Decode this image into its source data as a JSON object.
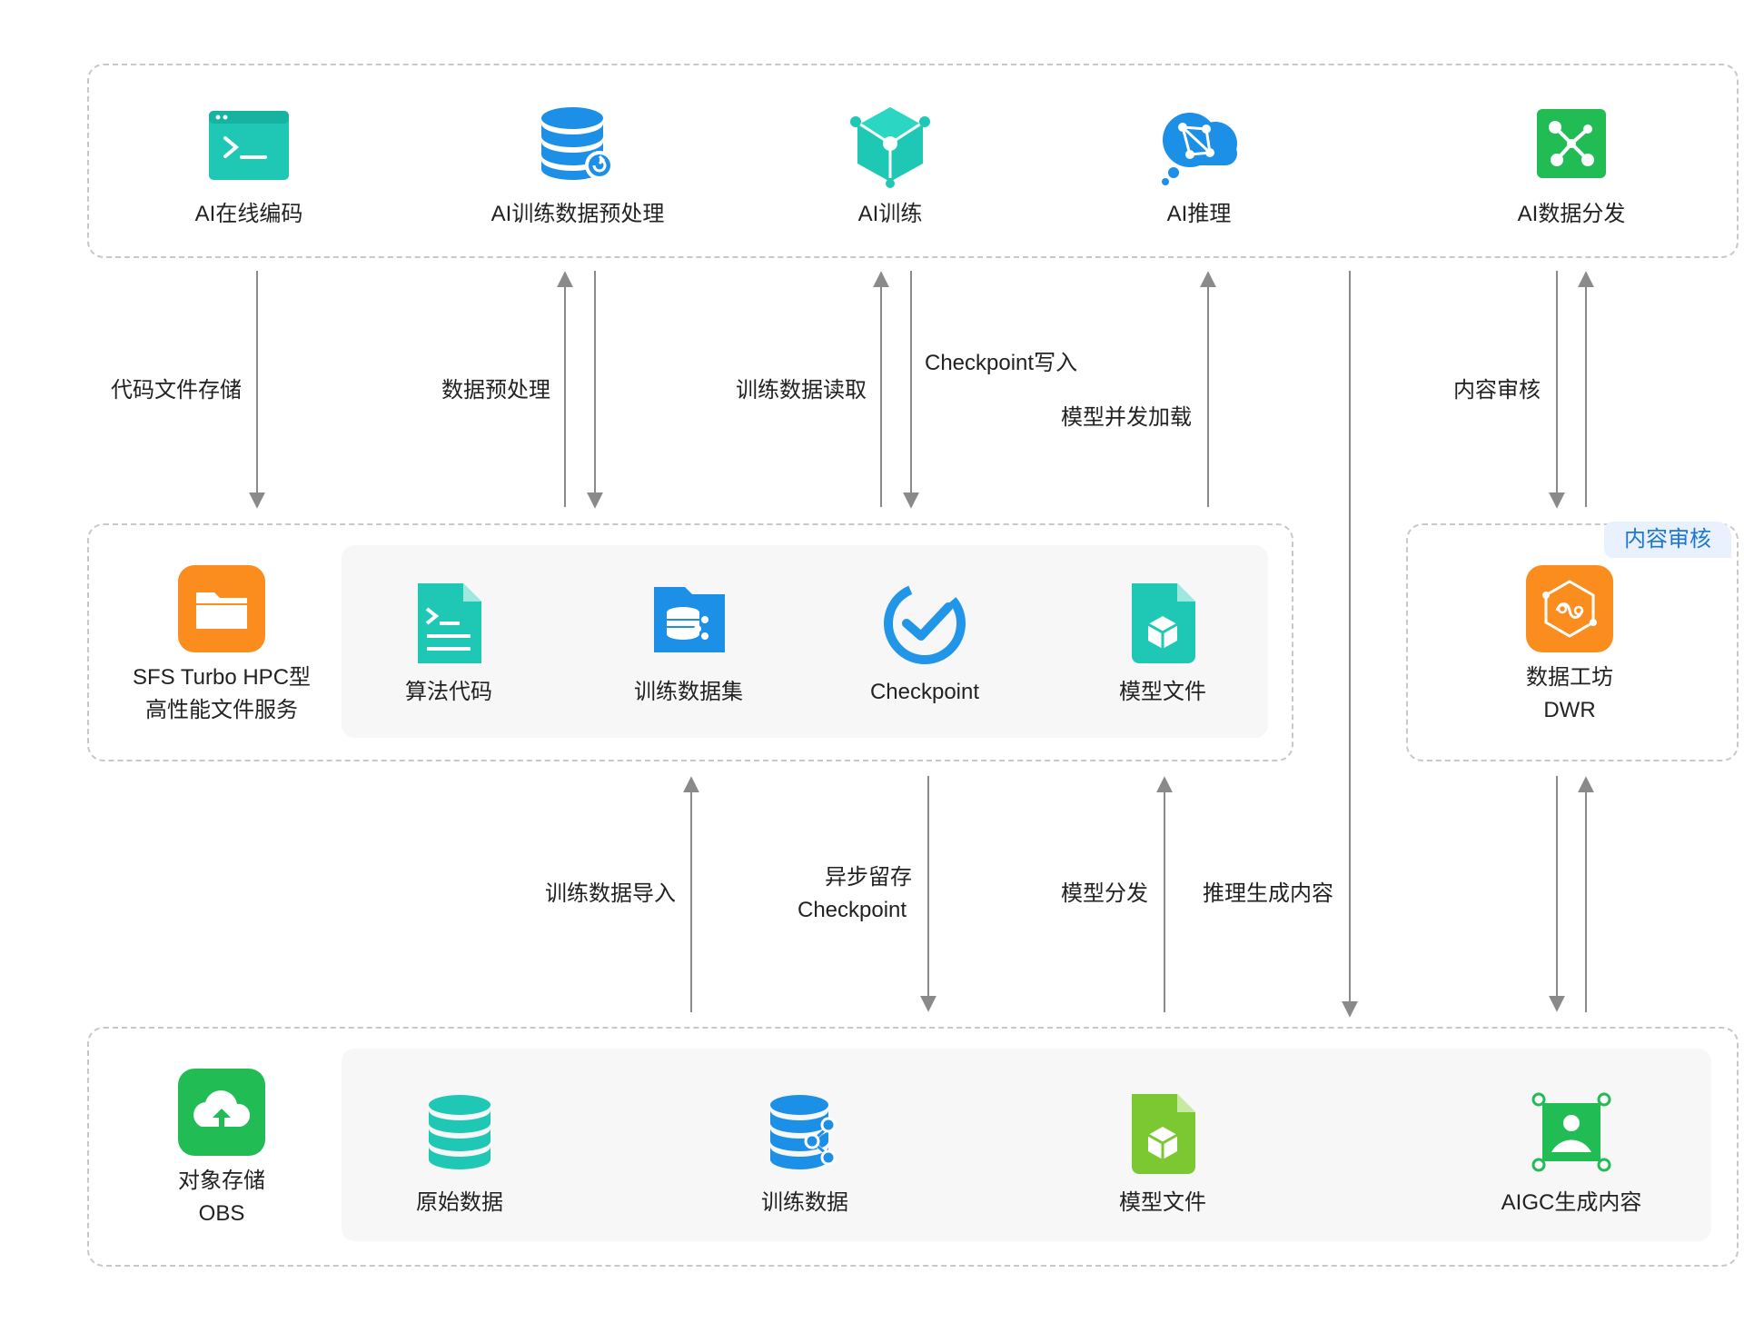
{
  "top_row": [
    {
      "label": "AI在线编码",
      "icon": "terminal-window-icon"
    },
    {
      "label": "AI训练数据预处理",
      "icon": "database-refresh-icon"
    },
    {
      "label": "AI训练",
      "icon": "network-cube-icon"
    },
    {
      "label": "AI推理",
      "icon": "cloud-graph-icon"
    },
    {
      "label": "AI数据分发",
      "icon": "share-nodes-icon"
    }
  ],
  "sfs": {
    "line1": "SFS Turbo HPC型",
    "line2": "高性能文件服务",
    "icon": "folder-icon"
  },
  "sfs_items": [
    {
      "label": "算法代码",
      "icon": "code-document-icon"
    },
    {
      "label": "训练数据集",
      "icon": "dataset-folder-icon"
    },
    {
      "label": "Checkpoint",
      "icon": "checkpoint-check-icon"
    },
    {
      "label": "模型文件",
      "icon": "model-file-icon"
    }
  ],
  "dwr": {
    "tag": "内容审核",
    "line1": "数据工坊",
    "line2": "DWR",
    "icon": "workflow-hexagon-icon"
  },
  "obs": {
    "line1": "对象存储",
    "line2": "OBS",
    "icon": "cloud-upload-icon"
  },
  "obs_items": [
    {
      "label": "原始数据",
      "icon": "database-icon"
    },
    {
      "label": "训练数据",
      "icon": "database-share-icon"
    },
    {
      "label": "模型文件",
      "icon": "model-file-green-icon"
    },
    {
      "label": "AIGC生成内容",
      "icon": "image-frame-icon"
    }
  ],
  "edge_labels": {
    "code_storage": "代码文件存储",
    "preprocess": "数据预处理",
    "train_read": "训练数据读取",
    "checkpoint_write": "Checkpoint写入",
    "model_load": "模型并发加载",
    "content_review": "内容审核",
    "train_import": "训练数据导入",
    "async_line1": "异步留存",
    "async_line2": "Checkpoint",
    "model_distribute": "模型分发",
    "inference_output": "推理生成内容"
  },
  "colors": {
    "teal": "#1ec8b4",
    "blue": "#1c8fe6",
    "green": "#22bc55",
    "orange": "#fb8c1e",
    "lime": "#7cc832",
    "arrow": "#8a8a8a"
  }
}
